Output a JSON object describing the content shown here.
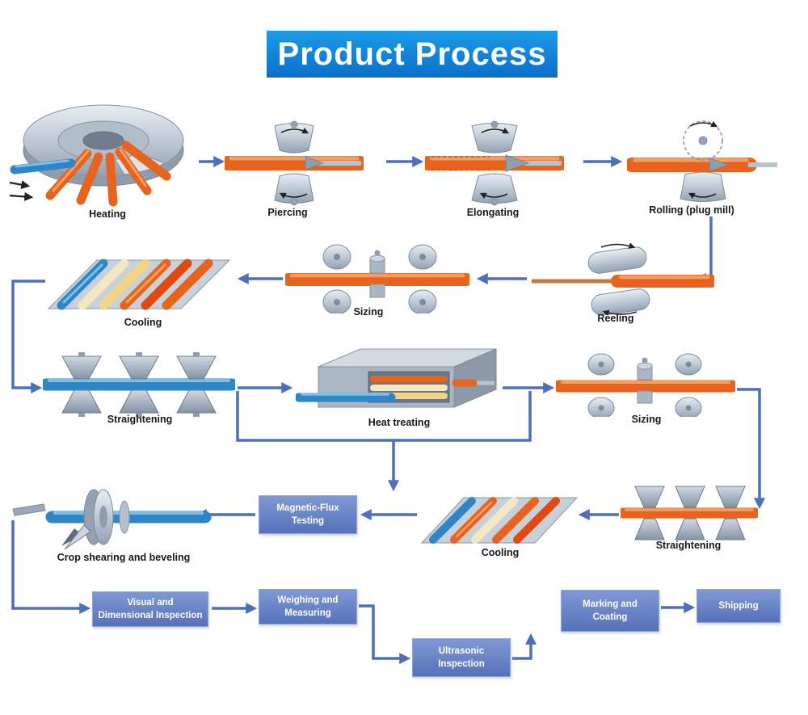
{
  "title": "Product Process",
  "colors": {
    "banner_blue": "#0f7fd4",
    "process_box_blue": "#5571ba",
    "arrow_blue": "#4f6fbc",
    "pipe_orange": "#e8641e",
    "pipe_blue": "#2e86c6",
    "tube_yellow": "#f2d584",
    "machine_gray": "#aab6c4",
    "label_text": "#15181c",
    "box_text": "#ffffff"
  },
  "stages": {
    "heating": {
      "label": "Heating"
    },
    "piercing": {
      "label": "Piercing"
    },
    "elongating": {
      "label": "Elongating"
    },
    "rolling": {
      "label": "Rolling (plug mill)"
    },
    "reeling": {
      "label": "Reeling"
    },
    "sizing1": {
      "label": "Sizing"
    },
    "cooling1": {
      "label": "Cooling"
    },
    "straightening1": {
      "label": "Straightening"
    },
    "heat_treating": {
      "label": "Heat treating"
    },
    "sizing2": {
      "label": "Sizing"
    },
    "straightening2": {
      "label": "Straightening"
    },
    "cooling2": {
      "label": "Cooling"
    },
    "magnetic_flux_testing": {
      "line1": "Magnetic-Flux",
      "line2": "Testing"
    },
    "crop_shearing": {
      "label": "Crop shearing and beveling"
    },
    "visual_inspection": {
      "line1": "Visual and",
      "line2": "Dimensional Inspection"
    },
    "weighing_measuring": {
      "line1": "Weighing and",
      "line2": "Measuring"
    },
    "ultrasonic_inspection": {
      "line1": "Ultrasonic",
      "line2": "Inspection"
    },
    "marking_coating": {
      "line1": "Marking and",
      "line2": "Coating"
    },
    "shipping": {
      "label": "Shipping"
    }
  }
}
